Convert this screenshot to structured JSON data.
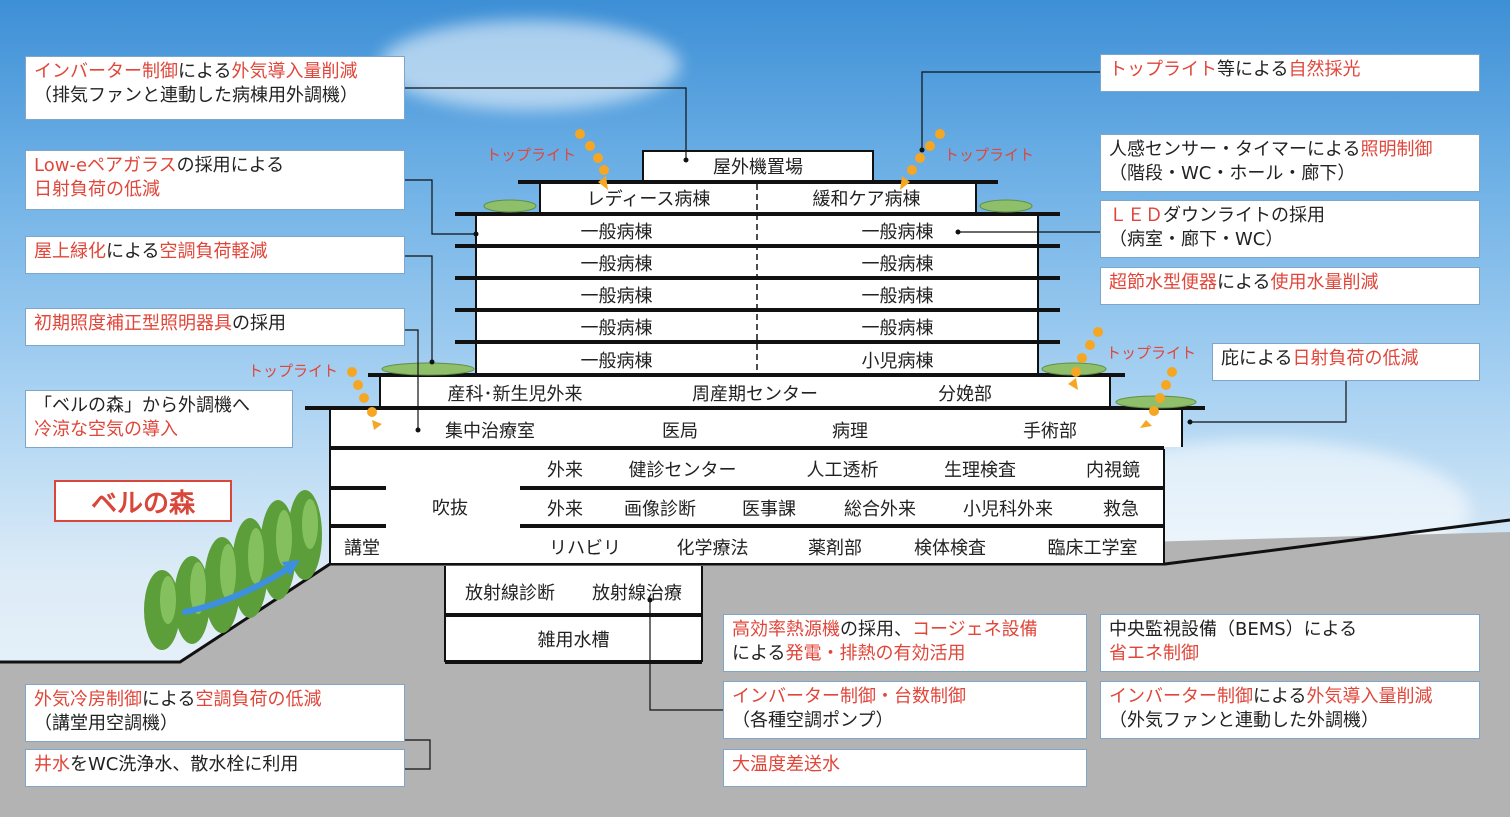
{
  "building": {
    "roof": "屋外機置場",
    "f8": [
      "レディース病棟",
      "緩和ケア病棟"
    ],
    "ward": "一般病棟",
    "f3": [
      "一般病棟",
      "小児病棟"
    ],
    "f2": [
      "産科･新生児外来",
      "周産期センター",
      "分娩部"
    ],
    "f1": [
      "集中治療室",
      "医局",
      "病理",
      "手術部"
    ],
    "atrium": "吹抜",
    "auditorium": "講堂",
    "g1": [
      "外来",
      "健診センター",
      "人工透析",
      "生理検査",
      "内視鏡"
    ],
    "g2": [
      "外来",
      "画像診断",
      "医事課",
      "総合外来",
      "小児科外来",
      "救急"
    ],
    "g3": [
      "リハビリ",
      "化学療法",
      "薬剤部",
      "検体検査",
      "臨床工学室"
    ],
    "b1": [
      "放射線診断",
      "放射線治療"
    ],
    "b2": "雑用水槽"
  },
  "toplight": "トップライト",
  "forest": "ベルの森",
  "callouts": {
    "l1": [
      [
        {
          "t": "インバーター制御",
          "r": true
        },
        {
          "t": "による"
        },
        {
          "t": "外気導入量削減",
          "r": true
        }
      ],
      [
        {
          "t": "（排気ファンと連動した病棟用外調機）"
        }
      ]
    ],
    "l2": [
      [
        {
          "t": "Low-eペアガラス",
          "r": true
        },
        {
          "t": "の採用による"
        }
      ],
      [
        {
          "t": "日射負荷の低減",
          "r": true
        }
      ]
    ],
    "l3": [
      [
        {
          "t": "屋上緑化",
          "r": true
        },
        {
          "t": "による"
        },
        {
          "t": "空調負荷軽減",
          "r": true
        }
      ]
    ],
    "l4": [
      [
        {
          "t": "初期照度補正型照明器具",
          "r": true
        },
        {
          "t": "の採用"
        }
      ]
    ],
    "l5": [
      [
        {
          "t": "「ベルの森」から外調機へ"
        }
      ],
      [
        {
          "t": "冷涼な空気の導入",
          "r": true
        }
      ]
    ],
    "l6": [
      [
        {
          "t": "外気冷房制御",
          "r": true
        },
        {
          "t": "による"
        },
        {
          "t": "空調負荷の低減",
          "r": true
        }
      ],
      [
        {
          "t": "（講堂用空調機）"
        }
      ]
    ],
    "l7": [
      [
        {
          "t": "井水",
          "r": true
        },
        {
          "t": "をWC洗浄水、散水栓に利用"
        }
      ]
    ],
    "r1": [
      [
        {
          "t": "トップライト",
          "r": true
        },
        {
          "t": "等による"
        },
        {
          "t": "自然採光",
          "r": true
        }
      ]
    ],
    "r2": [
      [
        {
          "t": "人感センサー・タイマーによる"
        },
        {
          "t": "照明制御",
          "r": true
        }
      ],
      [
        {
          "t": "（階段・WC・ホール・廊下）"
        }
      ]
    ],
    "r3": [
      [
        {
          "t": "ＬＥＤ",
          "r": true
        },
        {
          "t": "ダウンライトの採用"
        }
      ],
      [
        {
          "t": "（病室・廊下・WC）"
        }
      ]
    ],
    "r4": [
      [
        {
          "t": "超節水型便器",
          "r": true
        },
        {
          "t": "による"
        },
        {
          "t": "使用水量削減",
          "r": true
        }
      ]
    ],
    "r5": [
      [
        {
          "t": "庇による"
        },
        {
          "t": "日射負荷の低減",
          "r": true
        }
      ]
    ],
    "m1": [
      [
        {
          "t": "高効率熱源機",
          "r": true
        },
        {
          "t": "の採用、"
        },
        {
          "t": "コージェネ設備",
          "r": true
        }
      ],
      [
        {
          "t": "による"
        },
        {
          "t": "発電・排熱の有効活用",
          "r": true
        }
      ]
    ],
    "m2": [
      [
        {
          "t": "インバーター制御・台数制御",
          "r": true
        }
      ],
      [
        {
          "t": "（各種空調ポンプ）"
        }
      ]
    ],
    "m3": [
      [
        {
          "t": "大温度差送水",
          "r": true
        }
      ]
    ],
    "b1": [
      [
        {
          "t": "中央監視設備（BEMS）による"
        }
      ],
      [
        {
          "t": "省エネ制御",
          "r": true
        }
      ]
    ],
    "b2": [
      [
        {
          "t": "インバーター制御",
          "r": true
        },
        {
          "t": "による"
        },
        {
          "t": "外気導入量削減",
          "r": true
        }
      ],
      [
        {
          "t": "（外気ファンと連動した外調機）"
        }
      ]
    ]
  },
  "colors": {
    "accent": "#e0463a",
    "box_border": "#7fa6c8",
    "sky": "#6fb1e6"
  }
}
